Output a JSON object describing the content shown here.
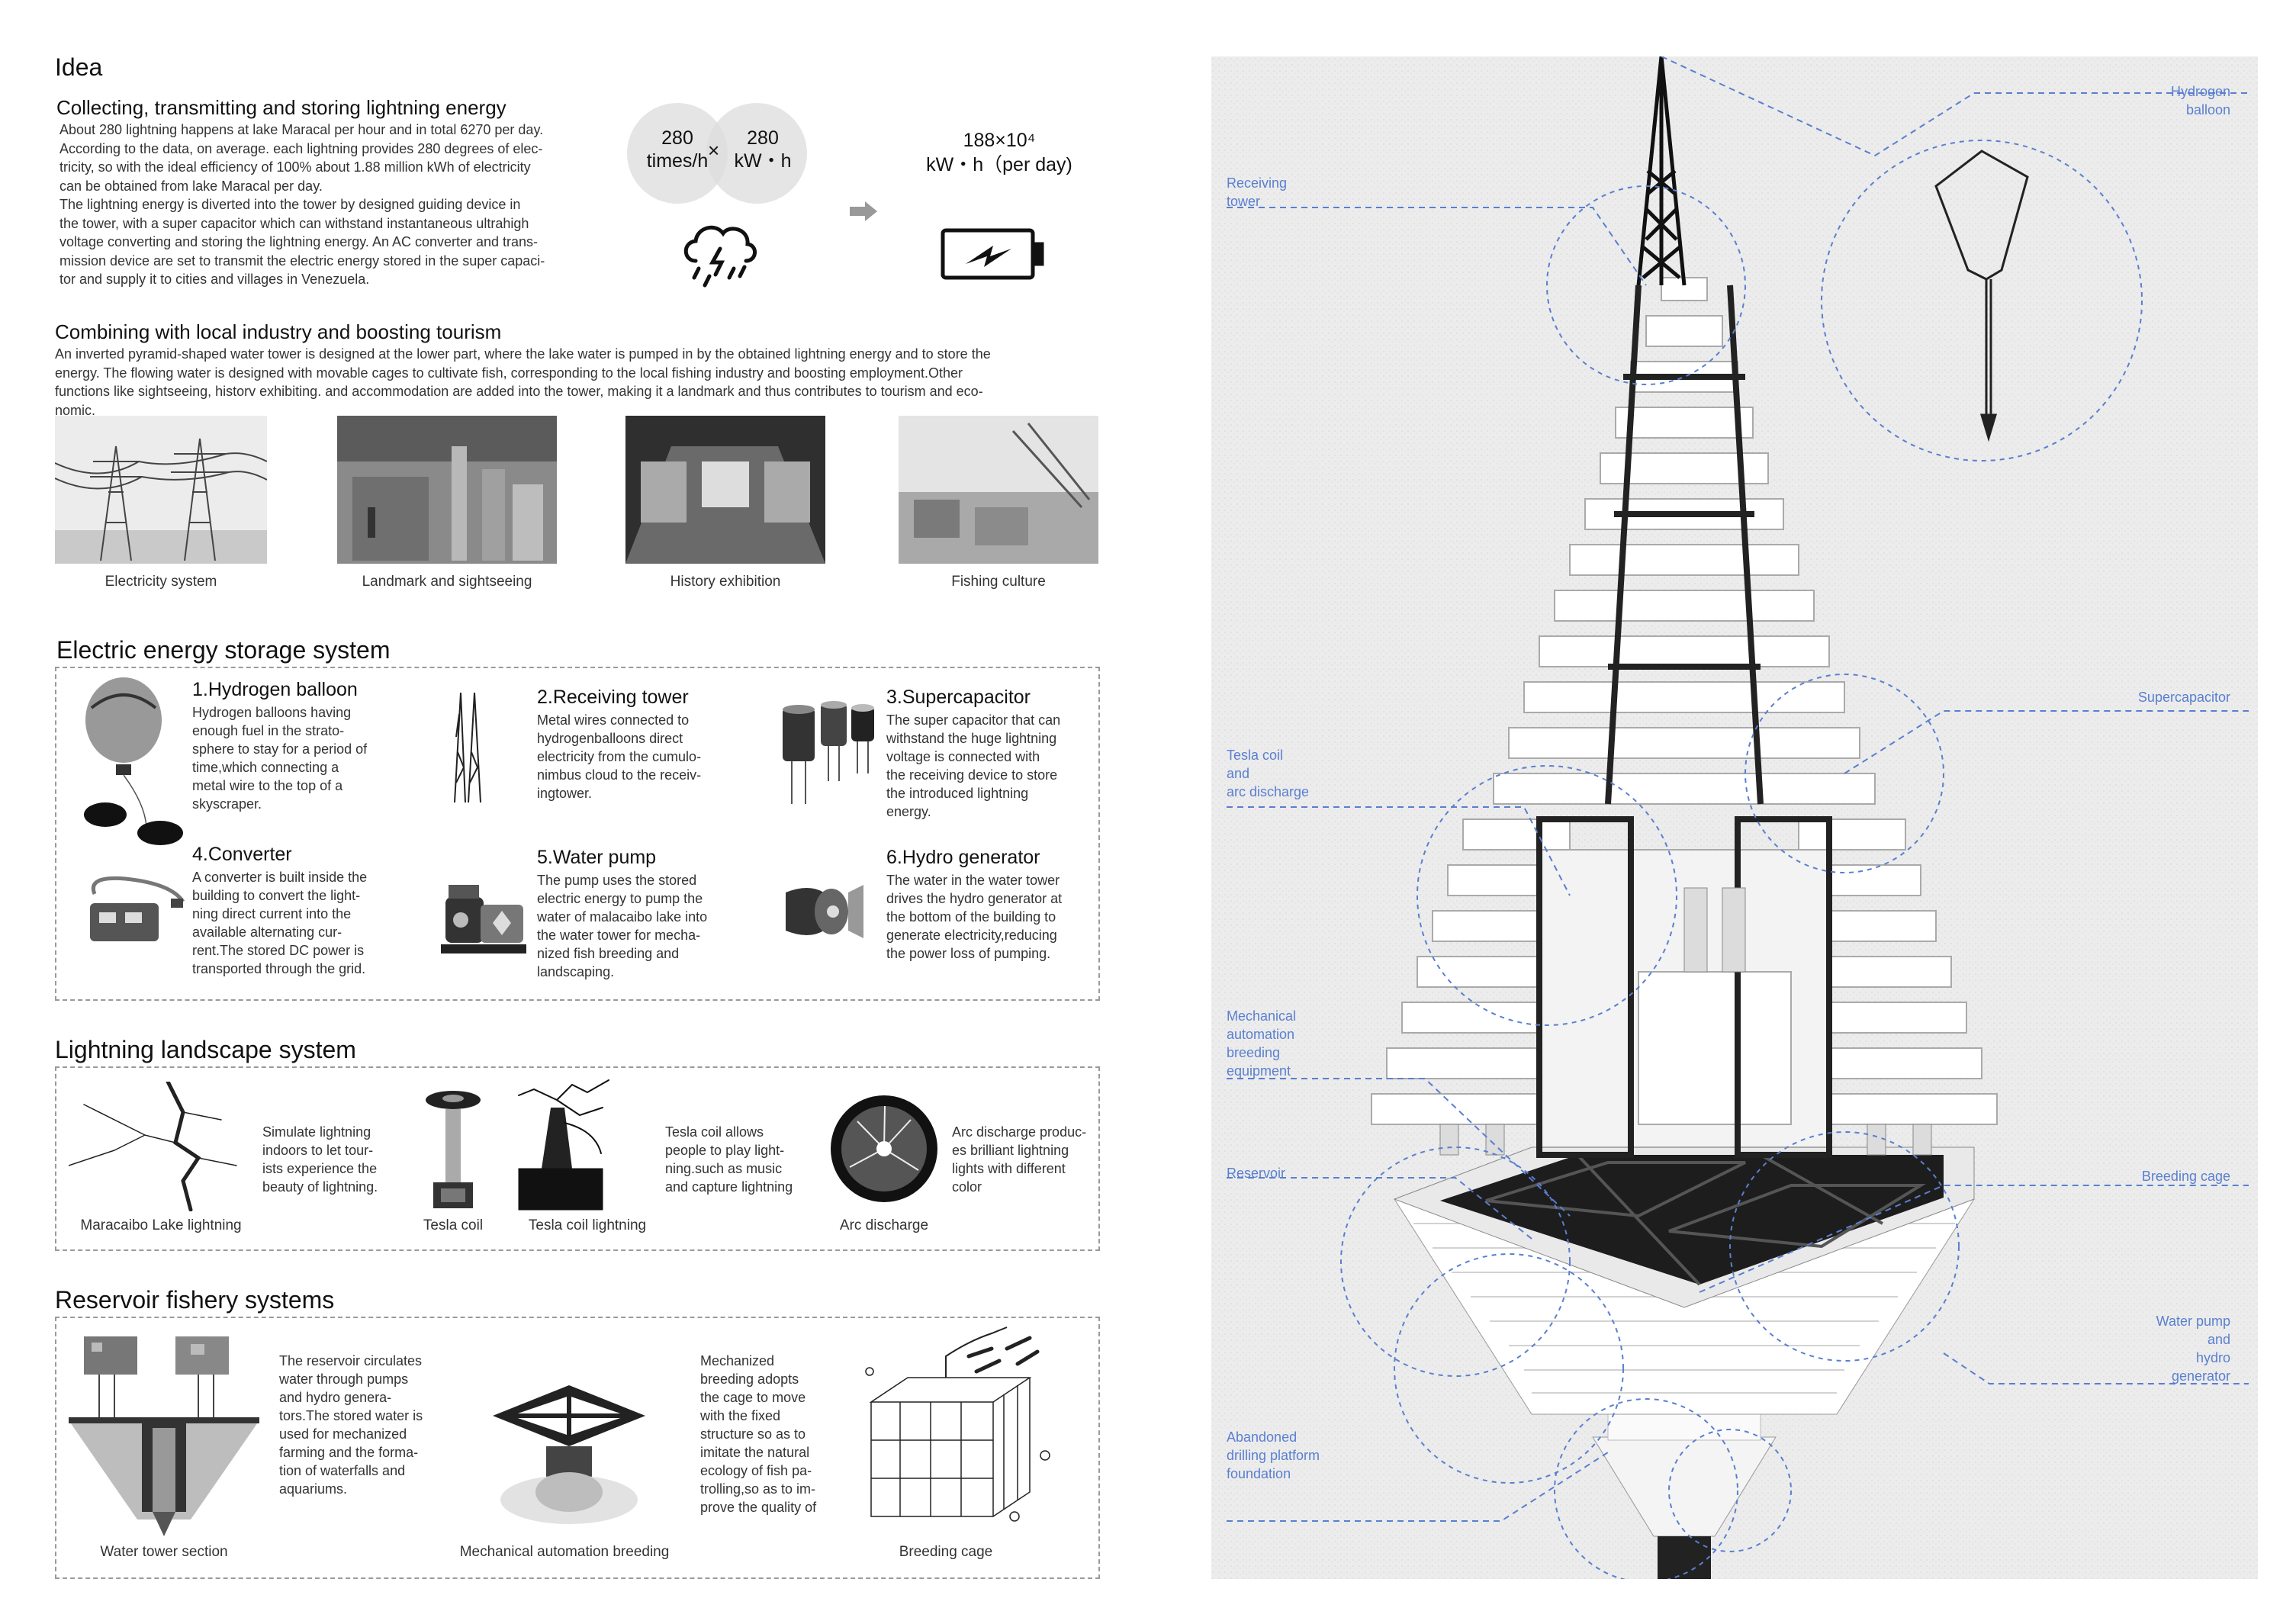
{
  "idea": {
    "heading": "Idea",
    "collect_title": "Collecting, transmitting and storing lightning energy",
    "collect_lines": [
      "About 280 lightning happens at lake Maracal per hour and in total 6270 per day.",
      "According to the data, on average. each lightning provides 280 degrees of elec-",
      "tricity, so with the ideal efficiency of 100% about 1.88 million kWh of electricity",
      "can be obtained from lake Maracal per day.",
      "The lightning energy is diverted into the tower by designed guiding device in",
      "the tower, with a super capacitor which can withstand instantaneous ultrahigh",
      "voltage converting and storing the lightning energy. An AC converter and trans-",
      "mission device are set to transmit the electric energy stored in the super capaci-",
      "tor and supply it to cities and villages in Venezuela."
    ],
    "circle_left_top": "280",
    "circle_left_bottom": "times/h",
    "times_sign": "×",
    "circle_right_top": "280",
    "circle_right_bottom": "kW・h",
    "result_top": "188×10⁴",
    "result_bottom": "kW・h（per day)",
    "industry_title": "Combining with local industry and boosting tourism",
    "industry_lines": [
      "An inverted pyramid-shaped water tower is designed at the lower part, where the lake water is pumped in by the obtained lightning energy and to store the",
      "energy. The flowing water is designed with movable cages to cultivate fish, corresponding to the local fishing industry and boosting employment.Other",
      "functions like sightseeing, historv exhibiting. and accommodation are added into the tower, making it a landmark and thus contributes to tourism and eco-",
      "nomic."
    ],
    "photo_captions": [
      "Electricity system",
      "Landmark and sightseeing",
      "History exhibition",
      "Fishing culture"
    ]
  },
  "storage": {
    "heading": "Electric energy storage system",
    "items": [
      {
        "title": "1.Hydrogen balloon",
        "lines": [
          "Hydrogen balloons having",
          "enough fuel in the strato-",
          "sphere to stay for a period of",
          "time,which connecting a",
          "metal wire to the top of a",
          "skyscraper."
        ]
      },
      {
        "title": "2.Receiving tower",
        "lines": [
          "Metal wires connected to",
          "hydrogenballoons direct",
          "electricity from the cumulo-",
          "nimbus cloud to the receiv-",
          "ingtower."
        ]
      },
      {
        "title": "3.Supercapacitor",
        "lines": [
          "The super capacitor that can",
          "withstand the huge lightning",
          "voltage is connected with",
          "the receiving device to store",
          "the introduced lightning",
          "energy."
        ]
      },
      {
        "title": "4.Converter",
        "lines": [
          "A converter is built inside the",
          "building to convert the light-",
          "ning direct current into the",
          "available alternating cur-",
          "rent.The stored DC power is",
          "transported through the grid."
        ]
      },
      {
        "title": "5.Water pump",
        "lines": [
          "The pump uses the stored",
          "electric energy to pump the",
          "water of malacaibo lake into",
          "the water tower for mecha-",
          "nized fish breeding and",
          "landscaping."
        ]
      },
      {
        "title": "6.Hydro generator",
        "lines": [
          "The water in the water tower",
          "drives the hydro generator at",
          "the bottom of the building to",
          "generate electricity,reducing",
          "the power loss of pumping."
        ]
      }
    ]
  },
  "landscape": {
    "heading": "Lightning landscape system",
    "text1": [
      "Simulate lightning",
      "indoors to let tour-",
      "ists experience the",
      "beauty of lightning."
    ],
    "text2": [
      "Tesla coil allows",
      "people to play light-",
      "ning.such as music",
      "and capture lightning"
    ],
    "text3": [
      "Arc discharge produc-",
      "es brilliant lightning",
      "lights with different",
      "color"
    ],
    "captions": [
      "Maracaibo Lake lightning",
      "Tesla coil",
      "Tesla coil lightning",
      "Arc discharge"
    ]
  },
  "fishery": {
    "heading": "Reservoir fishery systems",
    "text1": [
      "The reservoir circulates",
      "water through pumps",
      "and hydro genera-",
      "tors.The stored water is",
      "used for mechanized",
      "farming and the forma-",
      "tion of waterfalls and",
      "aquariums."
    ],
    "text2": [
      "Mechanized",
      "breeding adopts",
      "the cage to move",
      "with the fixed",
      "structure so as to",
      "imitate the natural",
      "ecology of fish pa-",
      "trolling,so as to im-",
      "prove the quality of"
    ],
    "captions": [
      "Water tower section",
      "Mechanical automation breeding",
      "Breeding cage"
    ]
  },
  "diagram": {
    "labels": {
      "hydrogen_balloon": [
        "Hydrogen",
        "balloon"
      ],
      "receiving_tower": [
        "Receiving",
        "tower"
      ],
      "supercapacitor": [
        "Supercapacitor"
      ],
      "tesla_coil": [
        "Tesla coil",
        "and",
        "arc discharge"
      ],
      "mechanical": [
        "Mechanical",
        "automation",
        "breeding",
        "equipment"
      ],
      "reservoir": [
        "Reservoir"
      ],
      "breeding_cage": [
        "Breeding cage"
      ],
      "water_pump": [
        "Water pump",
        "and",
        "hydro",
        "generator"
      ],
      "abandoned": [
        "Abandoned",
        "drilling platform",
        "foundation"
      ]
    },
    "accent_color": "#5a7fd0"
  }
}
